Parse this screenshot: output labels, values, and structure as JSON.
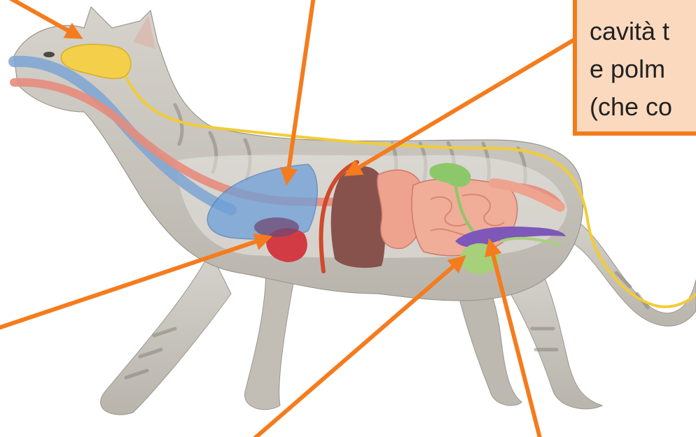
{
  "label": {
    "lines": [
      "cavità t",
      "e  polm",
      "(che co"
    ]
  },
  "colors": {
    "arrow": "#f47c1e",
    "label_fill": "#fbd9bf",
    "label_border": "#f07c1c",
    "fur": "#c9c6bf",
    "brain": "#f3cf4a",
    "spinal_cord": "#f1cc38",
    "esophagus": "#e58c7c",
    "trachea": "#7da4d4",
    "lungs": "#6d9fd9",
    "heart": "#d23b43",
    "diaphragm": "#cf4a2e",
    "liver": "#87524c",
    "stomach_intestine": "#eea38f",
    "gallbladder": "#8cc86a",
    "pancreas": "#7d58b8",
    "kidney": "#a6d07a"
  }
}
